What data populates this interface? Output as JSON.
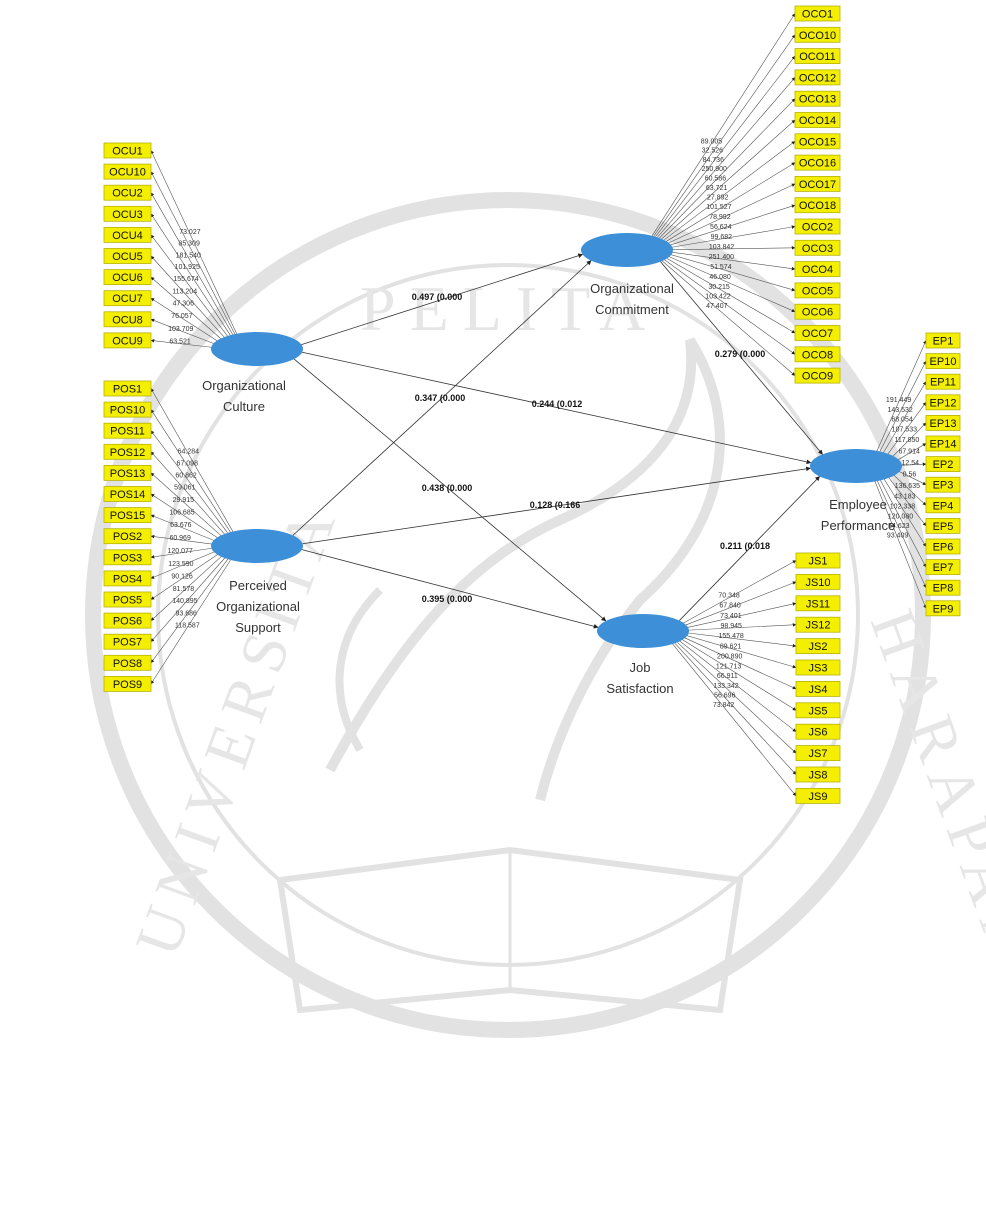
{
  "constructs": {
    "OCU": {
      "label": [
        "Organizational",
        "Culture"
      ]
    },
    "OCO": {
      "label": [
        "Organizational",
        "Commitment"
      ]
    },
    "POS": {
      "label": [
        "Perceived",
        "Organizational",
        "Support"
      ]
    },
    "EP": {
      "label": [
        "Employee",
        "Performance"
      ]
    },
    "JS": {
      "label": [
        "Job",
        "Satisfaction"
      ]
    }
  },
  "colors": {
    "indicator_fill": "#f4ef00",
    "construct_fill": "#3d8fd8",
    "line": "#444444"
  },
  "indicators": {
    "OCU": {
      "names": [
        "OCU1",
        "OCU10",
        "OCU2",
        "OCU3",
        "OCU4",
        "OCU5",
        "OCU6",
        "OCU7",
        "OCU8",
        "OCU9"
      ],
      "loadings": [
        "73.027",
        "85.309",
        "181.540",
        "101.925",
        "155.674",
        "113.204",
        "47.306",
        "76.057",
        "103.709",
        "63.521"
      ]
    },
    "POS": {
      "names": [
        "POS1",
        "POS10",
        "POS11",
        "POS12",
        "POS13",
        "POS14",
        "POS15",
        "POS2",
        "POS3",
        "POS4",
        "POS5",
        "POS6",
        "POS7",
        "POS8",
        "POS9"
      ],
      "loadings": [
        "64.284",
        "67.098",
        "60.862",
        "59.061",
        "29.915",
        "106.685",
        "63.676",
        "60.969",
        "120.077",
        "123.590",
        "90.126",
        "81.578",
        "140.895",
        "93.686",
        "118.587"
      ]
    },
    "OCO": {
      "names": [
        "OCO1",
        "OCO10",
        "OCO11",
        "OCO12",
        "OCO13",
        "OCO14",
        "OCO15",
        "OCO16",
        "OCO17",
        "OCO18",
        "OCO2",
        "OCO3",
        "OCO4",
        "OCO5",
        "OCO6",
        "OCO7",
        "OCO8",
        "OCO9"
      ],
      "loadings": [
        "89.005",
        "32.526",
        "84.736",
        "250.900",
        "60.586",
        "63.721",
        "27.892",
        "101.527",
        "78.992",
        "56.624",
        "99.682",
        "103.842",
        "251.400",
        "51.574",
        "46.080",
        "30.215",
        "103.422",
        "47.407"
      ]
    },
    "EP": {
      "names": [
        "EP1",
        "EP10",
        "EP11",
        "EP12",
        "EP13",
        "EP14",
        "EP2",
        "EP3",
        "EP4",
        "EP5",
        "EP6",
        "EP7",
        "EP8",
        "EP9"
      ],
      "loadings": [
        "191.449",
        "143.532",
        "68.054",
        "107.533",
        "117.850",
        "67.914",
        "12.54",
        "0.56",
        "136.635",
        "43.183",
        "102.338",
        "120.080",
        "54.623",
        "93.409"
      ]
    },
    "JS": {
      "names": [
        "JS1",
        "JS10",
        "JS11",
        "JS12",
        "JS2",
        "JS3",
        "JS4",
        "JS5",
        "JS6",
        "JS7",
        "JS8",
        "JS9"
      ],
      "loadings": [
        "70.348",
        "67.840",
        "73.401",
        "98.945",
        "155.478",
        "89.621",
        "200.890",
        "121.713",
        "66.911",
        "133.342",
        "56.696",
        "73.842"
      ]
    }
  },
  "paths": [
    {
      "from": "OCU",
      "to": "OCO",
      "label": "0.497 (0.000"
    },
    {
      "from": "OCU",
      "to": "EP",
      "label": "0.244 (0.012"
    },
    {
      "from": "OCU",
      "to": "JS",
      "label": "0.438 (0.000"
    },
    {
      "from": "POS",
      "to": "OCO",
      "label": "0.347 (0.000"
    },
    {
      "from": "POS",
      "to": "EP",
      "label": "0.128 (0.166"
    },
    {
      "from": "POS",
      "to": "JS",
      "label": "0.395 (0.000"
    },
    {
      "from": "OCO",
      "to": "EP",
      "label": "0.279 (0.000"
    },
    {
      "from": "JS",
      "to": "EP",
      "label": "0.211 (0.018"
    }
  ],
  "watermark": {
    "top_text": "PELITA",
    "left_text": "UNIVERSITA",
    "right_text": "HARAPAN"
  }
}
